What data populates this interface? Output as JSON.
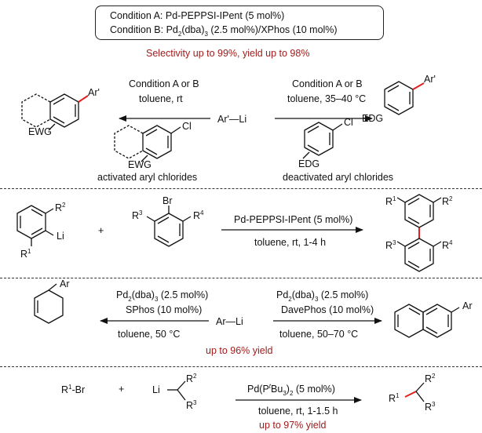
{
  "header": {
    "condition_a": "Condition A: Pd-PEPPSI-IPent (5 mol%)",
    "condition_b_prefix": "Condition B: Pd",
    "condition_b_sub1": "2",
    "condition_b_mid": "(dba)",
    "condition_b_sub2": "3",
    "condition_b_suffix": " (2.5 mol%)/XPhos (10 mol%)",
    "selectivity": "Selectivity up to 99%, yield up to 98%"
  },
  "row1": {
    "left_cond1": "Condition A or B",
    "left_cond2": "toluene, rt",
    "center_reagent": "Ar'—Li",
    "right_cond1": "Condition A or B",
    "right_cond2": "toluene, 35–40 °C",
    "left_product_sub": "Ar'",
    "left_product_ewg": "EWG",
    "left_sm_cl": "Cl",
    "left_sm_ewg": "EWG",
    "left_caption": "activated aryl chlorides",
    "right_product_sub": "Ar'",
    "right_product_edg": "EDG",
    "right_sm_cl": "Cl",
    "right_sm_edg": "EDG",
    "right_caption": "deactivated aryl chlorides"
  },
  "row2": {
    "r2": "R",
    "r2_sup": "2",
    "li": "Li",
    "r1": "R",
    "r1_sup": "1",
    "plus": "+",
    "br": "Br",
    "r3": "R",
    "r3_sup": "3",
    "r4": "R",
    "r4_sup": "4",
    "cond_top": "Pd-PEPPSI-IPent (5 mol%)",
    "cond_bottom": "toluene, rt, 1-4 h",
    "p_r1": "R",
    "p_r1_sup": "1",
    "p_r2": "R",
    "p_r2_sup": "2",
    "p_r3": "R",
    "p_r3_sup": "3",
    "p_r4": "R",
    "p_r4_sup": "4"
  },
  "row3": {
    "left_ar": "Ar",
    "left_l1_a": "Pd",
    "left_l1_s1": "2",
    "left_l1_b": "(dba)",
    "left_l1_s2": "3",
    "left_l1_c": " (2.5 mol%)",
    "left_l2": "SPhos (10 mol%)",
    "left_l3": "toluene, 50 °C",
    "center_reagent": "Ar—Li",
    "right_l1_a": "Pd",
    "right_l1_s1": "2",
    "right_l1_b": "(dba)",
    "right_l1_s2": "3",
    "right_l1_c": " (2.5 mol%)",
    "right_l2": "DavePhos (10 mol%)",
    "right_l3": "toluene, 50–70 °C",
    "right_ar": "Ar",
    "yield": "up to 96% yield"
  },
  "row4": {
    "r1br_a": "R",
    "r1br_sup": "1",
    "r1br_b": "-Br",
    "plus": "+",
    "li": "Li",
    "r2": "R",
    "r2_sup": "2",
    "r3": "R",
    "r3_sup": "3",
    "cond_a": "Pd(P",
    "cond_sup": "t",
    "cond_b": "Bu",
    "cond_sub": "3",
    "cond_c": ")",
    "cond_sub2": "2",
    "cond_d": " (5 mol%)",
    "cond_bottom": "toluene, rt, 1-1.5 h",
    "yield": "up to 97% yield",
    "p_r1": "R",
    "p_r1_sup": "1",
    "p_r2": "R",
    "p_r2_sup": "2",
    "p_r3": "R",
    "p_r3_sup": "3"
  },
  "colors": {
    "accent_red": "#a11c1c",
    "product_bond_red": "#e02020"
  }
}
